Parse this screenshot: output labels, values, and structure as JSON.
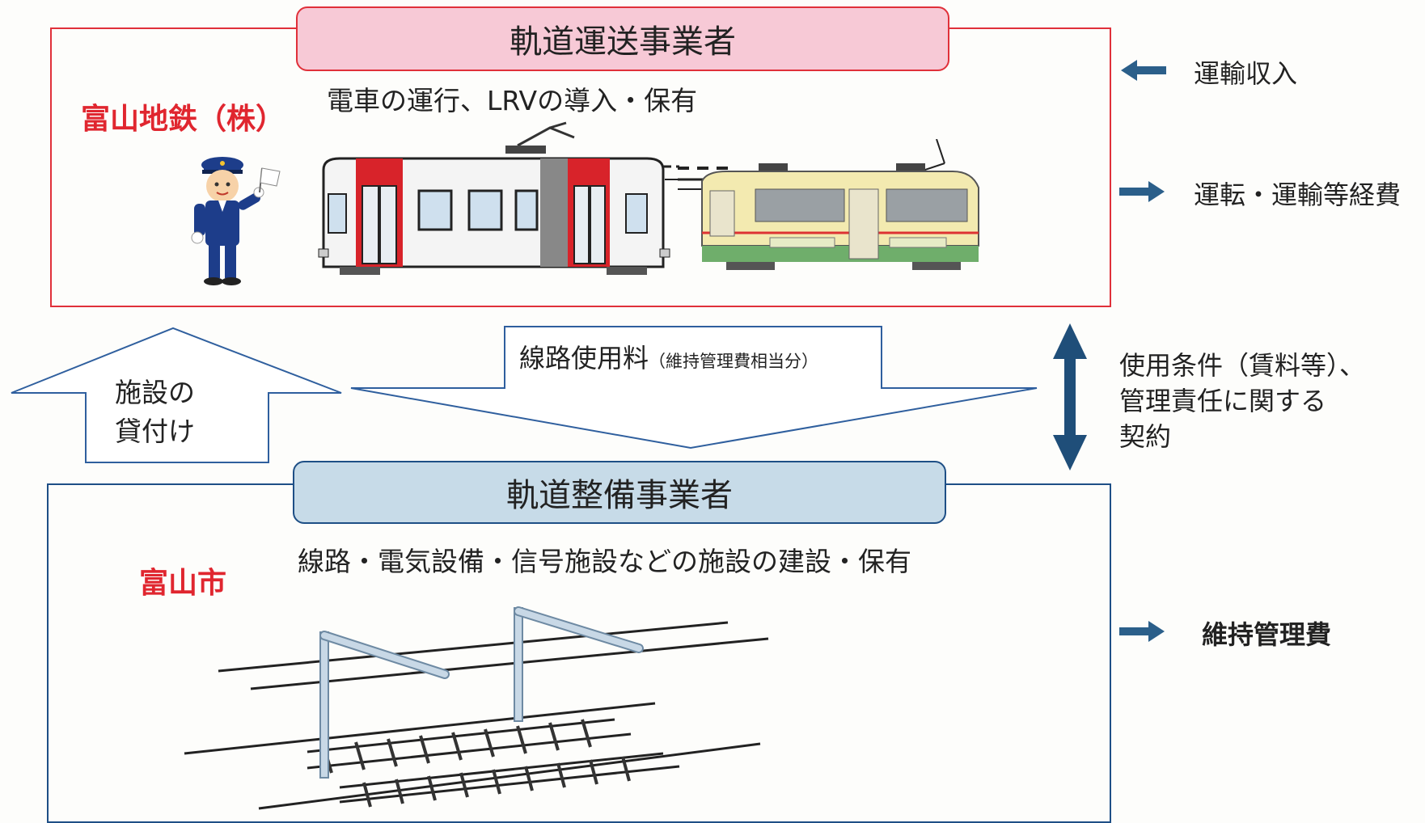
{
  "top": {
    "header": "軌道運送事業者",
    "company": "富山地鉄（株）",
    "description": "電車の運行、LRVの導入・保有"
  },
  "bottom": {
    "header": "軌道整備事業者",
    "company": "富山市",
    "description": "線路・電気設備・信号施設などの施設の建設・保有"
  },
  "left_arrow": {
    "line1": "施設の",
    "line2": "貸付け"
  },
  "center_arrow": {
    "label": "線路使用料",
    "sub": "（維持管理費相当分）"
  },
  "contract": {
    "line1": "使用条件（賃料等）、",
    "line2": "管理責任に関する",
    "line3": "契約"
  },
  "right_items": {
    "revenue": "運輸収入",
    "operating_cost": "運転・運輸等経費",
    "maintenance_cost": "維持管理費"
  },
  "colors": {
    "operator_red": "#e0303a",
    "infra_blue": "#1e4f86",
    "arrow_navy": "#1f4e79",
    "arrow_teal": "#2b5f8a"
  }
}
